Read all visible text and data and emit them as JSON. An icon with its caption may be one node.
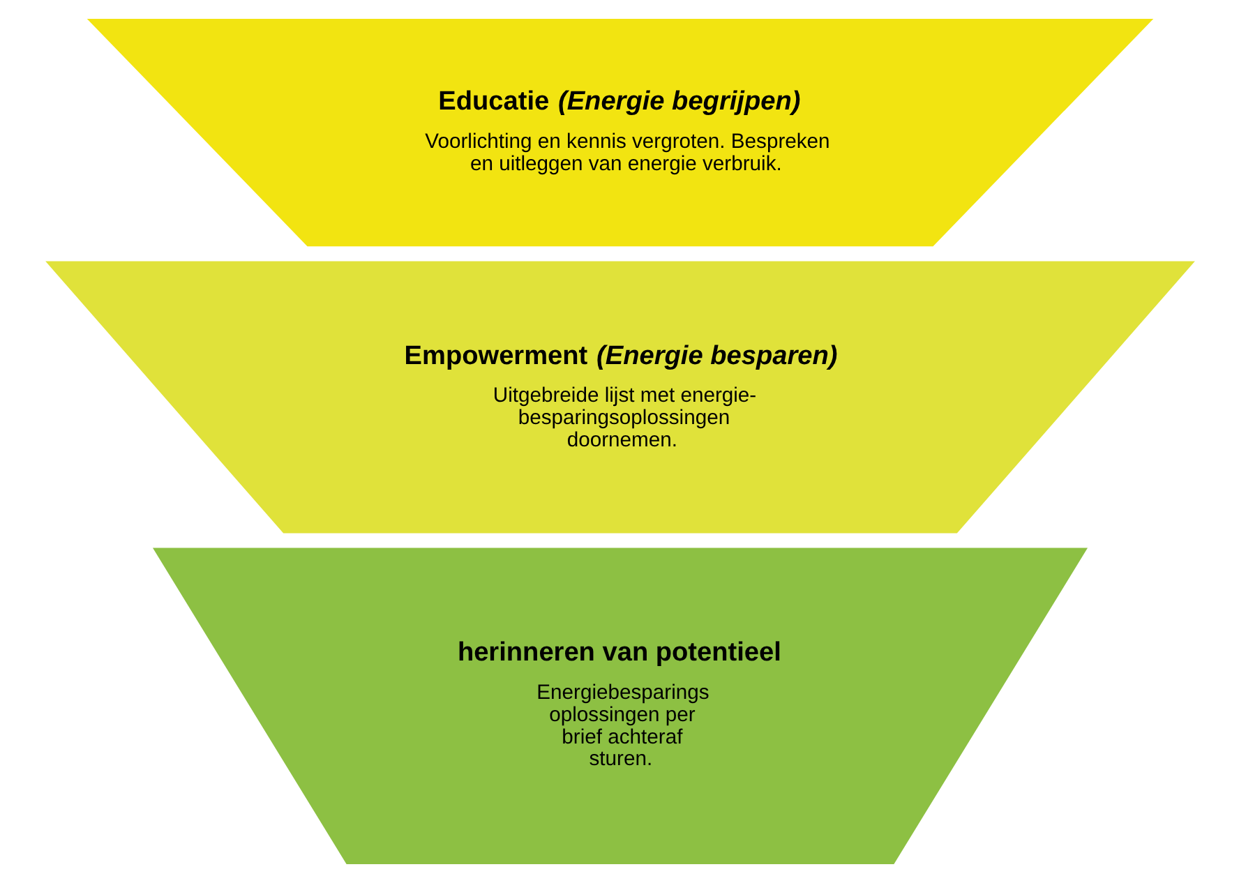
{
  "diagram": {
    "nodes": [
      {
        "text": [
          "Educatie *(Energie begrijpen)*",
          "Voorlichting en kennis vergroten. Bespreken en uitleggen van energie verbruik."
        ]
      },
      {
        "text": [
          "Empowerment *(Energie besparen)*",
          "Uitgebreide lijst met energie- besparingsoplossingen doornemen."
        ]
      },
      {
        "text": [
          "herinneren van potentieel",
          "Energiebesparings oplossingen per brief achteraf sturen."
        ]
      }
    ]
  }
}
